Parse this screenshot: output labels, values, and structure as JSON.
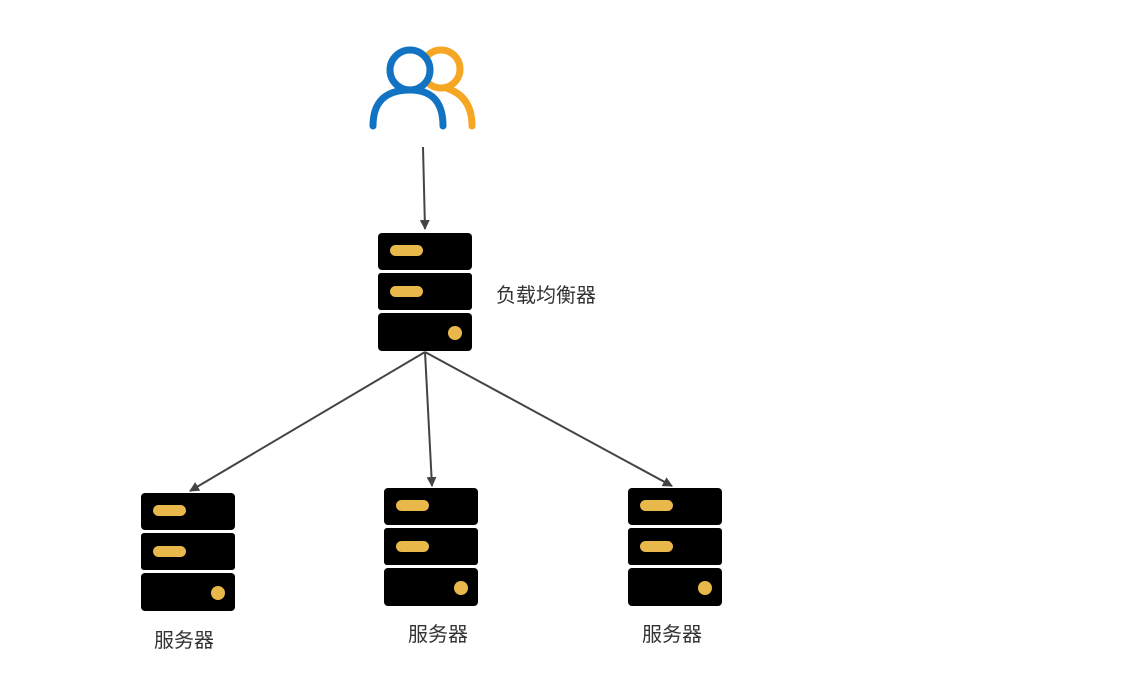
{
  "diagram": {
    "nodes": {
      "user": {
        "icon": "users-icon"
      },
      "load_balancer": {
        "icon": "server-icon",
        "label": "负载均衡器"
      },
      "servers": [
        {
          "icon": "server-icon",
          "label": "服务器"
        },
        {
          "icon": "server-icon",
          "label": "服务器"
        },
        {
          "icon": "server-icon",
          "label": "服务器"
        }
      ]
    },
    "edges": [
      {
        "from": "user",
        "to": "load_balancer"
      },
      {
        "from": "load_balancer",
        "to": "servers.0"
      },
      {
        "from": "load_balancer",
        "to": "servers.1"
      },
      {
        "from": "load_balancer",
        "to": "servers.2"
      }
    ]
  },
  "colors": {
    "server_body": "#000000",
    "server_light": "#E8B84A",
    "user_primary": "#1173C2",
    "user_secondary": "#F5A623",
    "arrow": "#444444"
  }
}
